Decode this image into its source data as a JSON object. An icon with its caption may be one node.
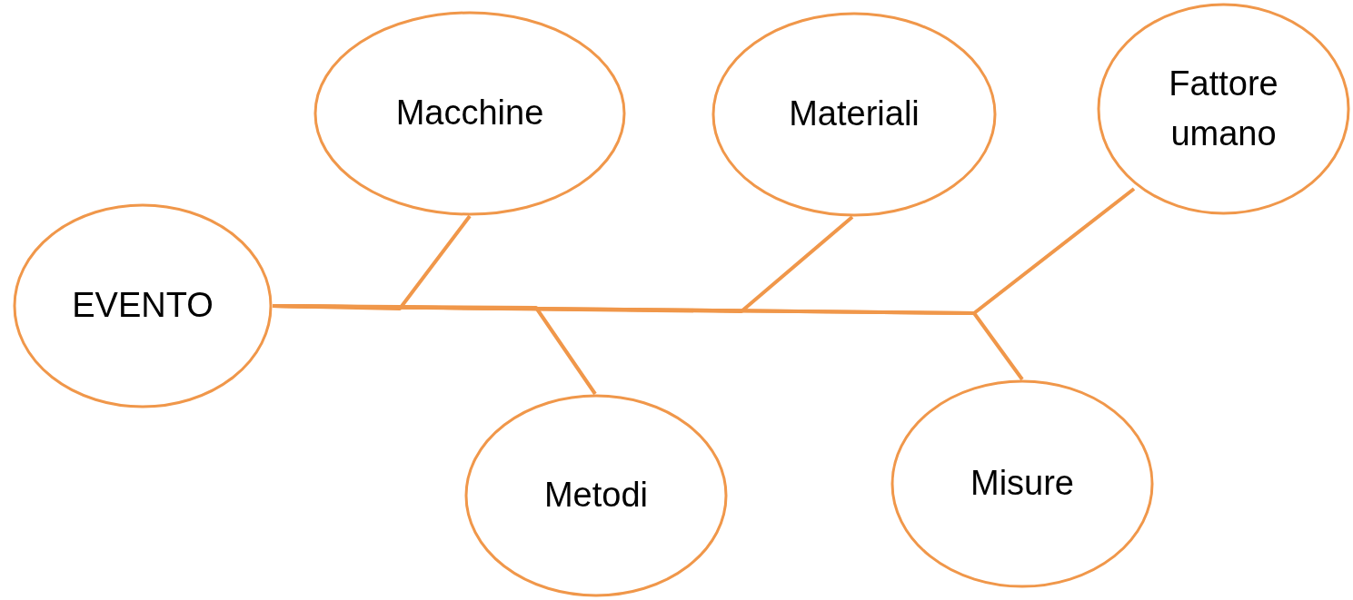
{
  "diagram": {
    "nodes": [
      {
        "text": [
          "EVENTO"
        ]
      },
      {
        "text": [
          "Macchine"
        ]
      },
      {
        "text": [
          "Materiali"
        ]
      },
      {
        "text": [
          "Fattore umano"
        ]
      },
      {
        "text": [
          "Metodi"
        ]
      },
      {
        "text": [
          "Misure"
        ]
      }
    ],
    "edges": [
      {
        "from": 1,
        "to": 0,
        "arrow": "none"
      },
      {
        "from": 2,
        "to": 0,
        "arrow": "none"
      },
      {
        "from": 3,
        "to": 0,
        "arrow": "none"
      },
      {
        "from": 4,
        "to": 0,
        "arrow": "none"
      },
      {
        "from": 5,
        "to": 0,
        "arrow": "none"
      }
    ]
  }
}
